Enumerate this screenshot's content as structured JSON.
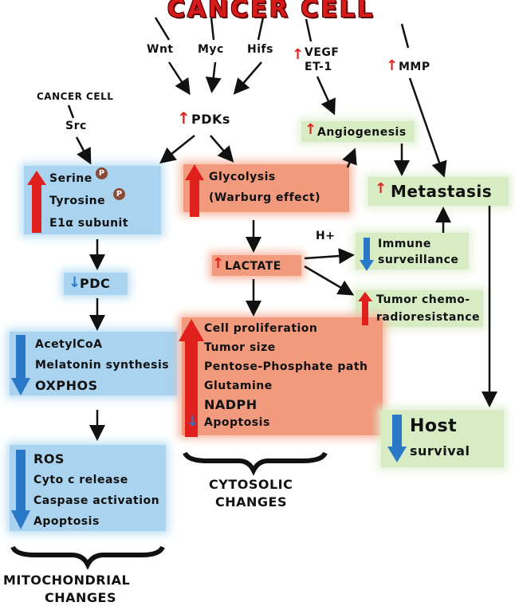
{
  "title": "CANCER CELL",
  "top_factors": {
    "wnt": "Wnt",
    "myc": "Myc",
    "hifs": "Hifs",
    "vegf": "VEGF",
    "et1": "ET-1",
    "mmp": "MMP"
  },
  "cancer_cell_small": "CANCER CELL",
  "src": "Src",
  "pdks": "PDKs",
  "angiogenesis": "Angiogenesis",
  "metastasis": "Metastasis",
  "phospho": {
    "items": [
      "Serine",
      "Tyrosine",
      "E1α subunit"
    ],
    "p_badge": "P"
  },
  "glycolysis": [
    "Glycolysis",
    "(Warburg effect)"
  ],
  "pdc": "PDC",
  "h_plus": "H+",
  "lactate": "LACTATE",
  "immune": [
    "Immune",
    "surveillance"
  ],
  "chemo": [
    "Tumor chemo-",
    "radioresistance"
  ],
  "mito_box": [
    "AcetylCoA",
    "Melatonin synthesis",
    "OXPHOS"
  ],
  "cyto_box": [
    "Cell proliferation",
    "Tumor size",
    "Pentose-Phosphate path",
    "Glutamine",
    "NADPH",
    "Apoptosis"
  ],
  "host": [
    "Host",
    "survival"
  ],
  "ros_box": [
    "ROS",
    "Cyto c release",
    "Caspase activation",
    "Apoptosis"
  ],
  "cytosolic": [
    "CYTOSOLIC",
    "CHANGES"
  ],
  "mitochondrial": [
    "MITOCHONDRIAL",
    "CHANGES"
  ],
  "colors": {
    "up_arrow": "#e0201d",
    "down_arrow": "#2a78c8",
    "blue_box": "#a9d3ee",
    "salmon_box": "#f29a7e",
    "green_box": "#d7ecc2"
  }
}
